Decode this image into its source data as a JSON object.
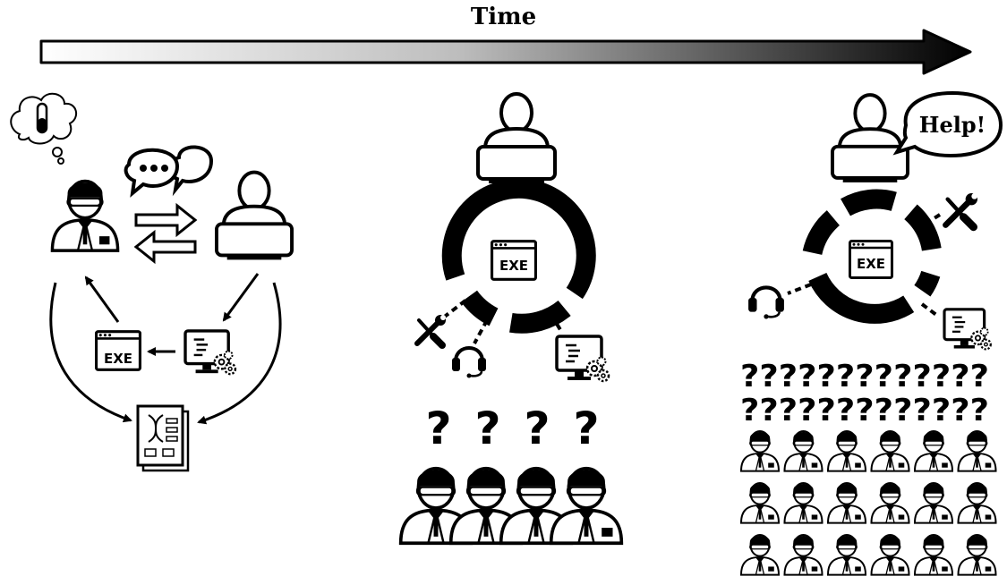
{
  "header": {
    "title": "Time"
  },
  "labels": {
    "exe": "EXE",
    "help": "Help!",
    "question_mark": "?",
    "question_row": "?????????????"
  }
}
